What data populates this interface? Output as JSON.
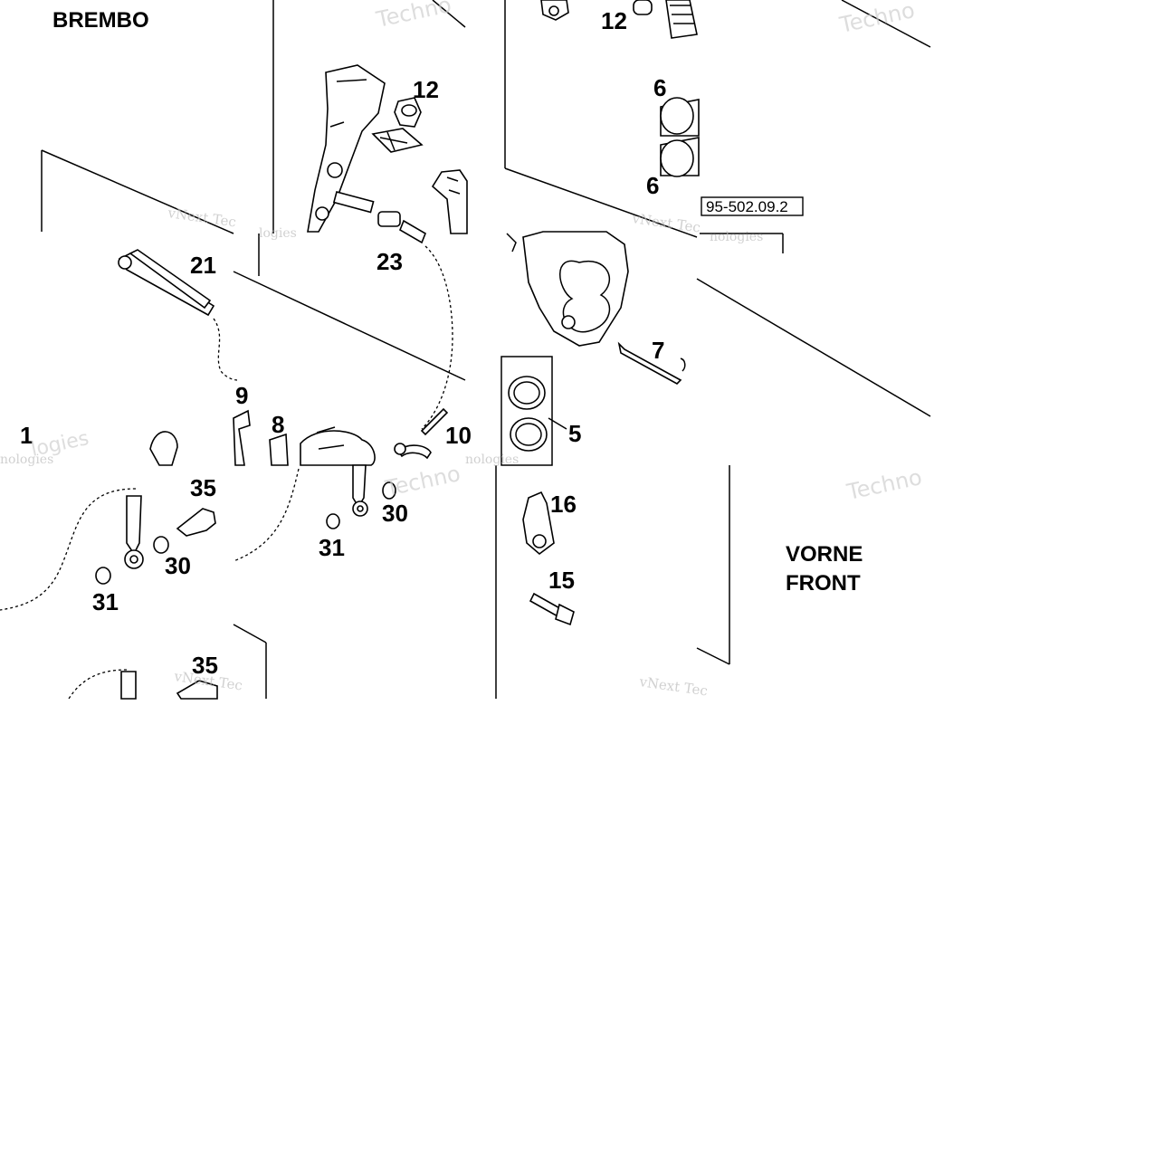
{
  "diagram": {
    "brand_label": "BREMBO",
    "front_label_line1": "VORNE",
    "front_label_line2": "FRONT",
    "reference_code": "95-502.09.2",
    "watermark_vnext": "vNext Tec",
    "watermark_techno": "Techno",
    "watermark_nologies": "nologies",
    "watermark_logies": "logies",
    "callouts": {
      "c12a": "12",
      "c12b": "12",
      "c6a": "6",
      "c6b": "6",
      "c23": "23",
      "c21": "21",
      "c7": "7",
      "c9": "9",
      "c8": "8",
      "c10": "10",
      "c5": "5",
      "c1": "1",
      "c35a": "35",
      "c35b": "35",
      "c30a": "30",
      "c30b": "30",
      "c31a": "31",
      "c31b": "31",
      "c16": "16",
      "c15": "15"
    }
  }
}
